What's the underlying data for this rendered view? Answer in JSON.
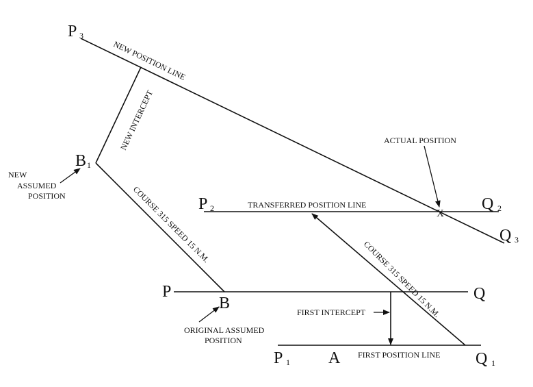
{
  "diagram": {
    "title": "Transferred position line / running fix",
    "points": {
      "p3": {
        "letter": "P",
        "sub": "3"
      },
      "b1": {
        "letter": "B",
        "sub": "1"
      },
      "p2": {
        "letter": "P",
        "sub": "2"
      },
      "q2": {
        "letter": "Q",
        "sub": "2"
      },
      "q3": {
        "letter": "Q",
        "sub": "3"
      },
      "p": {
        "letter": "P",
        "sub": ""
      },
      "b": {
        "letter": "B",
        "sub": ""
      },
      "q": {
        "letter": "Q",
        "sub": ""
      },
      "p1": {
        "letter": "P",
        "sub": "1"
      },
      "a": {
        "letter": "A",
        "sub": ""
      },
      "q1": {
        "letter": "Q",
        "sub": "1"
      },
      "x": {
        "letter": "X",
        "sub": ""
      }
    },
    "labels": {
      "new_position_line": "NEW POSITION LINE",
      "new_intercept": "NEW INTERCEPT",
      "new_assumed_position": [
        "NEW",
        "ASSUMED",
        "POSITION"
      ],
      "course_upper": "COURSE 315 SPEED 15 N.M.",
      "course_lower": "COURSE 315 SPEED 15 N.M.",
      "actual_position": "ACTUAL  POSITION",
      "transferred_position_line": "TRANSFERRED POSITION LINE",
      "first_intercept": "FIRST INTERCEPT",
      "original_assumed_position": [
        "ORIGINAL ASSUMED",
        "POSITION"
      ],
      "first_position_line": "FIRST POSITION LINE"
    }
  }
}
